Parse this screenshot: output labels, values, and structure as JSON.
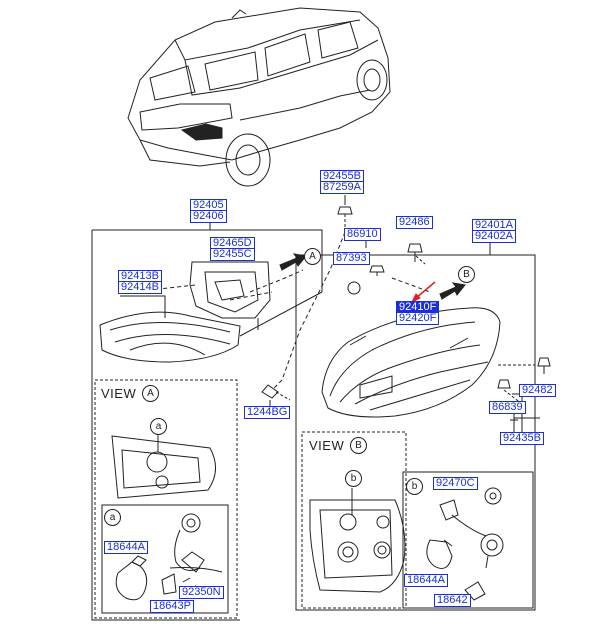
{
  "parts": {
    "p92405": "92405",
    "p92406": "92406",
    "p92465D": "92465D",
    "p92455C": "92455C",
    "p92413B": "92413B",
    "p92414B": "92414B",
    "p92455B": "92455B",
    "p87259A": "87259A",
    "p86910": "86910",
    "p87393": "87393",
    "p92486": "92486",
    "p92401A": "92401A",
    "p92402A": "92402A",
    "p92410F": "92410F",
    "p92420F": "92420F",
    "p92482": "92482",
    "p86839": "86839",
    "p92435B": "92435B",
    "p1244BG": "1244BG",
    "p18644A_left": "18644A",
    "p92350N": "92350N",
    "p18643P": "18643P",
    "p92470C": "92470C",
    "p18644A_right": "18644A",
    "p18642": "18642"
  },
  "views": {
    "view_a_title": "VIEW",
    "view_a_letter": "A",
    "view_b_title": "VIEW",
    "view_b_letter": "B"
  },
  "callouts": {
    "a": "a",
    "b": "b",
    "arrow_a": "A",
    "arrow_b": "B"
  },
  "colors": {
    "part_label": "#1a2fd6",
    "highlight_arrow": "#e02020",
    "line_art": "#222222"
  }
}
